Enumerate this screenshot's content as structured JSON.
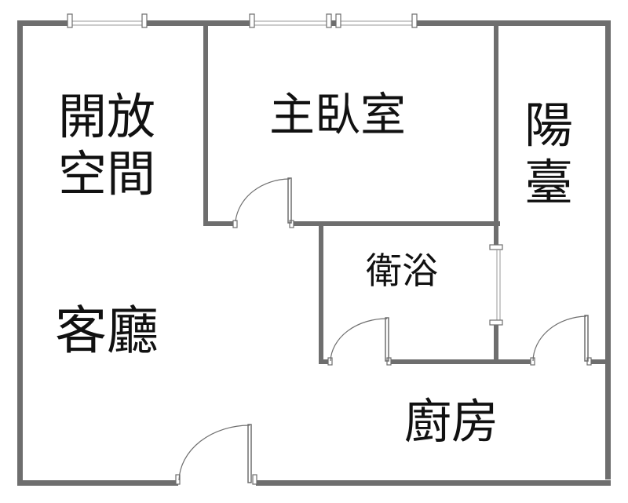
{
  "rooms": {
    "open_space": "開放\n空間",
    "master_bedroom": "主臥室",
    "balcony": "陽\n臺",
    "bathroom": "衛浴",
    "living_room": "客廳",
    "kitchen": "廚房"
  },
  "colors": {
    "wall": "#6e6e6e",
    "text": "#111111",
    "background": "#ffffff"
  }
}
